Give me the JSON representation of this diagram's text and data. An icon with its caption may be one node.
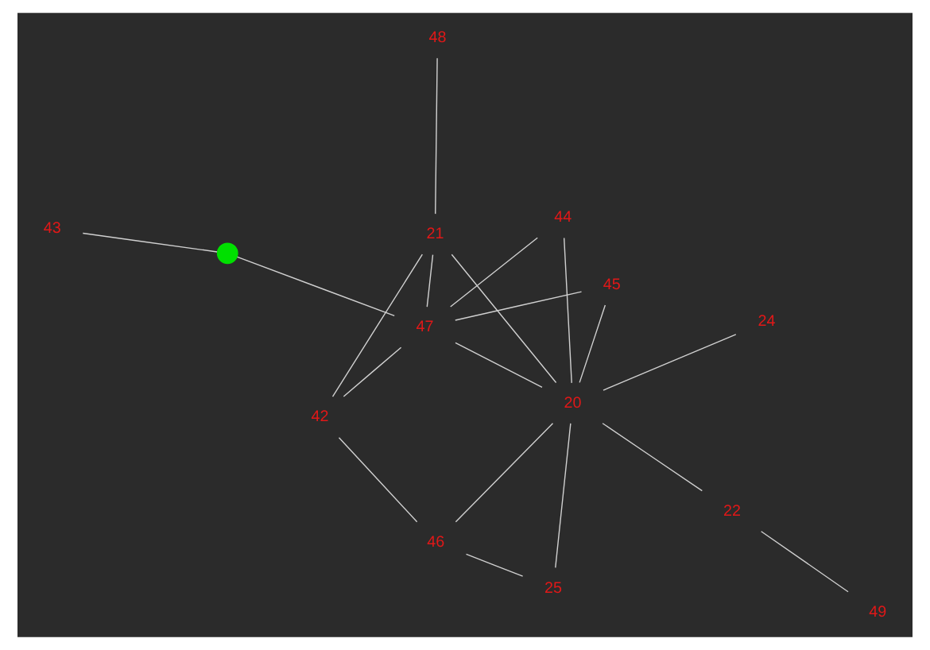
{
  "diagram": {
    "nodes": [
      {
        "text": [
          "21"
        ]
      },
      {
        "text": [
          "22"
        ]
      },
      {
        "text": [
          "49"
        ]
      },
      {
        "text": [
          "24"
        ]
      },
      {
        "text": [
          "48"
        ]
      },
      {
        "text": [
          "20"
        ]
      },
      {
        "text": [
          "25"
        ]
      },
      {
        "text": [
          "47"
        ]
      },
      {
        "text": [],
        "shape": "circle"
      },
      {
        "text": [
          "42"
        ]
      },
      {
        "text": [
          "46"
        ]
      },
      {
        "text": [
          "43"
        ]
      },
      {
        "text": [
          "45"
        ]
      },
      {
        "text": [
          "44"
        ]
      }
    ],
    "edges": [
      {
        "from": 1,
        "to": 2,
        "arrow": "none"
      },
      {
        "from": 0,
        "to": 5,
        "arrow": "none"
      },
      {
        "from": 5,
        "to": 13,
        "arrow": "none"
      },
      {
        "from": 1,
        "to": 5,
        "arrow": "none"
      },
      {
        "from": 5,
        "to": 12,
        "arrow": "none"
      },
      {
        "from": 3,
        "to": 5,
        "arrow": "none"
      },
      {
        "from": 5,
        "to": 10,
        "arrow": "none"
      },
      {
        "from": 6,
        "to": 5,
        "arrow": "none"
      },
      {
        "from": 5,
        "to": 7,
        "arrow": "none"
      },
      {
        "from": 0,
        "to": 9,
        "arrow": "none"
      },
      {
        "from": 0,
        "to": 4,
        "arrow": "none"
      },
      {
        "from": 0,
        "to": 7,
        "arrow": "none"
      },
      {
        "from": 9,
        "to": 10,
        "arrow": "none"
      },
      {
        "from": 9,
        "to": 7,
        "arrow": "none"
      },
      {
        "from": 6,
        "to": 10,
        "arrow": "none"
      },
      {
        "from": 7,
        "to": 8,
        "arrow": "none"
      },
      {
        "from": 8,
        "to": 11,
        "arrow": "none"
      },
      {
        "from": 7,
        "to": 13,
        "arrow": "none"
      },
      {
        "from": 7,
        "to": 12,
        "arrow": "none"
      }
    ]
  }
}
